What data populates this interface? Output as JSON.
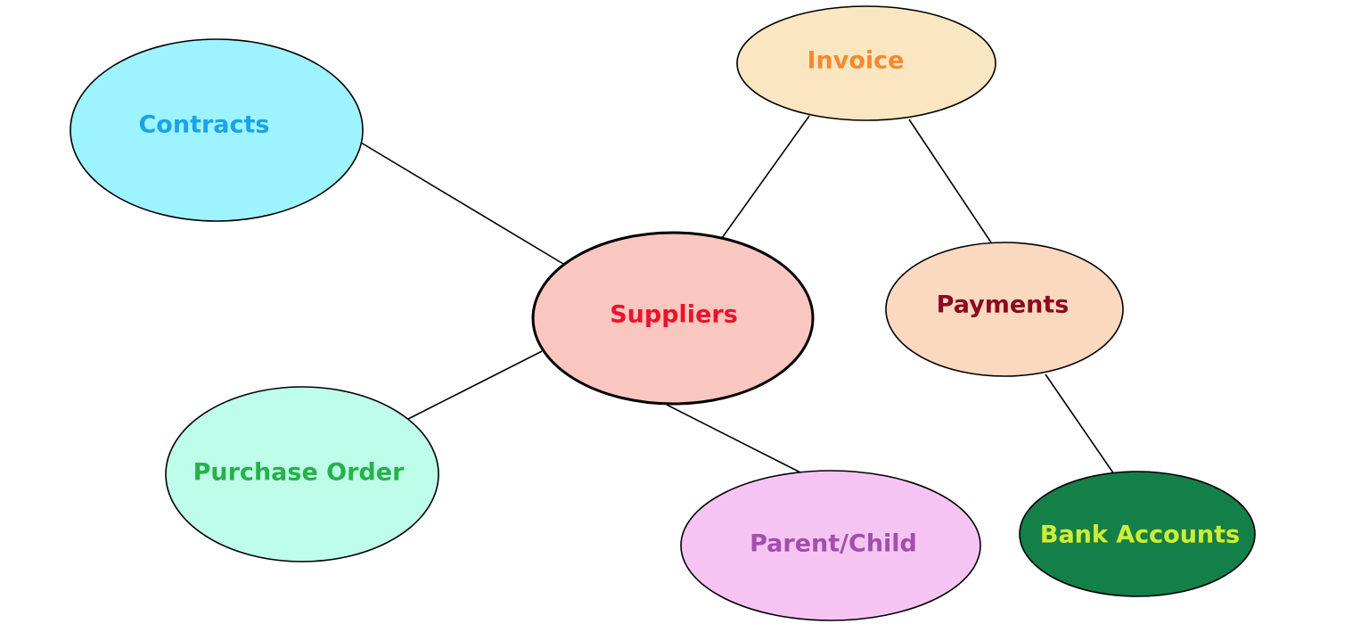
{
  "diagram": {
    "nodes": {
      "contracts": {
        "label": "Contracts",
        "fill": "#9df3ff",
        "text_color": "#1aa3e8"
      },
      "invoice": {
        "label": "Invoice",
        "fill": "#fae6c0",
        "text_color": "#f5892f"
      },
      "suppliers": {
        "label": "Suppliers",
        "fill": "#f9c6c0",
        "text_color": "#e8142b"
      },
      "payments": {
        "label": "Payments",
        "fill": "#fbd8c0",
        "text_color": "#8b0a1e"
      },
      "purchase_order": {
        "label": "Purchase Order",
        "fill": "#bdfde9",
        "text_color": "#27b14a"
      },
      "parent_child": {
        "label": "Parent/Child",
        "fill": "#f6c4f2",
        "text_color": "#a24eac"
      },
      "bank_accounts": {
        "label": "Bank Accounts",
        "fill": "#128048",
        "text_color": "#c6f03c"
      }
    },
    "edges": [
      {
        "from": "suppliers",
        "to": "contracts"
      },
      {
        "from": "suppliers",
        "to": "invoice"
      },
      {
        "from": "invoice",
        "to": "payments"
      },
      {
        "from": "suppliers",
        "to": "purchase_order"
      },
      {
        "from": "suppliers",
        "to": "parent_child"
      },
      {
        "from": "payments",
        "to": "bank_accounts"
      }
    ]
  }
}
